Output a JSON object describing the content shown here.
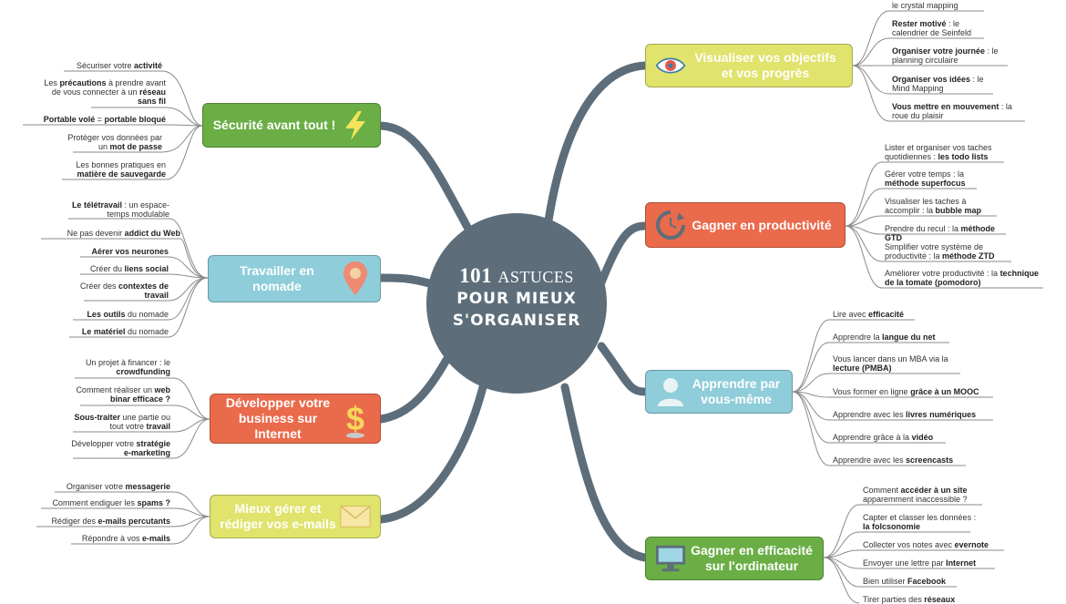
{
  "center": {
    "line1_num": "101",
    "line1_word": "ASTUCES",
    "line2": "POUR MIEUX",
    "line3": "S'ORGANISER"
  },
  "topics": {
    "securite": {
      "label": "Sécurité avant tout !",
      "icon": "lightning-icon",
      "color": "#6aae45"
    },
    "nomade": {
      "label": "Travailler en nomade",
      "icon": "map-pin-icon",
      "color": "#8ecdd9"
    },
    "business": {
      "label1": "Développer votre",
      "label2": "business sur Internet",
      "icon": "dollar-icon",
      "color": "#ea6a4c"
    },
    "emails": {
      "label1": "Mieux gérer et",
      "label2": "rédiger vos e-mails",
      "icon": "envelope-icon",
      "color": "#e0e36c"
    },
    "objectifs": {
      "label1": "Visualiser vos objectifs",
      "label2": "et vos progrès",
      "icon": "eye-icon",
      "color": "#e0e36c"
    },
    "productivite": {
      "label": "Gagner en productivité",
      "icon": "clock-icon",
      "color": "#ea6a4c"
    },
    "apprendre": {
      "label1": "Apprendre par",
      "label2": "vous-même",
      "icon": "user-icon",
      "color": "#8ecdd9"
    },
    "ordinateur": {
      "label1": "Gagner en efficacité",
      "label2": "sur l'ordinateur",
      "icon": "monitor-icon",
      "color": "#6aae45"
    }
  },
  "leaves": {
    "securite": [
      {
        "a": "Sécuriser votre ",
        "b": "activité"
      },
      {
        "a": "Les ",
        "b": "précautions",
        "c": " à prendre avant de vous connecter à un ",
        "d": "réseau sans fil"
      },
      {
        "a": "",
        "b": "Portable volé",
        "c": " = ",
        "d": "portable bloqué"
      },
      {
        "a": "Protéger vos données par un ",
        "b": "mot de passe"
      },
      {
        "a": "Les bonnes pratiques en ",
        "b": "matière de sauvegarde"
      }
    ],
    "nomade": [
      {
        "a": "",
        "b": "Le télétravail",
        "c": " : un espace-temps modulable"
      },
      {
        "a": "Ne pas devenir ",
        "b": "addict du Web"
      },
      {
        "a": "",
        "b": "Aérer vos neurones"
      },
      {
        "a": "Créer du ",
        "b": "liens social"
      },
      {
        "a": "Créer des ",
        "b": "contextes de travail"
      },
      {
        "a": "",
        "b": "Les outils",
        "c": " du nomade"
      },
      {
        "a": "",
        "b": "Le matériel",
        "c": " du nomade"
      }
    ],
    "business": [
      {
        "a": "Un projet à financer : le ",
        "b": "crowdfunding"
      },
      {
        "a": "Comment réaliser un ",
        "b": "web binar efficace ?"
      },
      {
        "a": "",
        "b": "Sous-traiter",
        "c": " une partie ou tout votre ",
        "d": "travail"
      },
      {
        "a": "Développer votre ",
        "b": "stratégie e-marketing"
      }
    ],
    "emails": [
      {
        "a": "Organiser votre ",
        "b": "messagerie"
      },
      {
        "a": "Comment endiguer les ",
        "b": "spams ?"
      },
      {
        "a": "Rédiger des ",
        "b": "e-mails percutants"
      },
      {
        "a": "Répondre à vos ",
        "b": "e-mails"
      }
    ],
    "objectifs": [
      {
        "a": "le crystal mapping",
        "b": ""
      },
      {
        "a": "",
        "b": "Rester motivé",
        "c": " : le calendrier de Seinfeld"
      },
      {
        "a": "",
        "b": "Organiser votre journée",
        "c": " : le planning circulaire"
      },
      {
        "a": "",
        "b": "Organiser vos idées",
        "c": " : le Mind Mapping"
      },
      {
        "a": "",
        "b": "Vous  mettre en mouvement",
        "c": " : la roue du plaisir"
      }
    ],
    "productivite": [
      {
        "a": "Lister et organiser vos taches quotidiennes : ",
        "b": "les todo lists"
      },
      {
        "a": "Gérer votre temps : la ",
        "b": "méthode superfocus"
      },
      {
        "a": "Visualiser les taches à accomplir : la ",
        "b": "bubble map"
      },
      {
        "a": "Prendre du recul : la ",
        "b": "méthode GTD"
      },
      {
        "a": "Simplifier votre système de productivité : la ",
        "b": "méthode ZTD"
      },
      {
        "a": "Améliorer votre productivité : la ",
        "b": "technique de la tomate (pomodoro)"
      }
    ],
    "apprendre": [
      {
        "a": "Lire avec ",
        "b": "efficacité"
      },
      {
        "a": "Apprendre la ",
        "b": "langue du net"
      },
      {
        "a": "Vous lancer dans un MBA via la ",
        "b": "lecture (PMBA)"
      },
      {
        "a": "Vous former en ligne ",
        "b": "grâce à un MOOC"
      },
      {
        "a": "Apprendre avec les ",
        "b": "livres numériques"
      },
      {
        "a": "Apprendre grâce à la ",
        "b": "vidéo"
      },
      {
        "a": "Apprendre avec les ",
        "b": "screencasts"
      }
    ],
    "ordinateur": [
      {
        "a": "Comment ",
        "b": "accéder à un site",
        "c": " apparemment inaccessible ?"
      },
      {
        "a": "Capter et classer les données : ",
        "b": "la folcsonomie"
      },
      {
        "a": "Collecter vos notes avec ",
        "b": "evernote"
      },
      {
        "a": "Envoyer une lettre par ",
        "b": "Internet"
      },
      {
        "a": "Bien utiliser ",
        "b": "Facebook"
      },
      {
        "a": "Tirer parties des ",
        "b": "réseaux"
      }
    ]
  }
}
